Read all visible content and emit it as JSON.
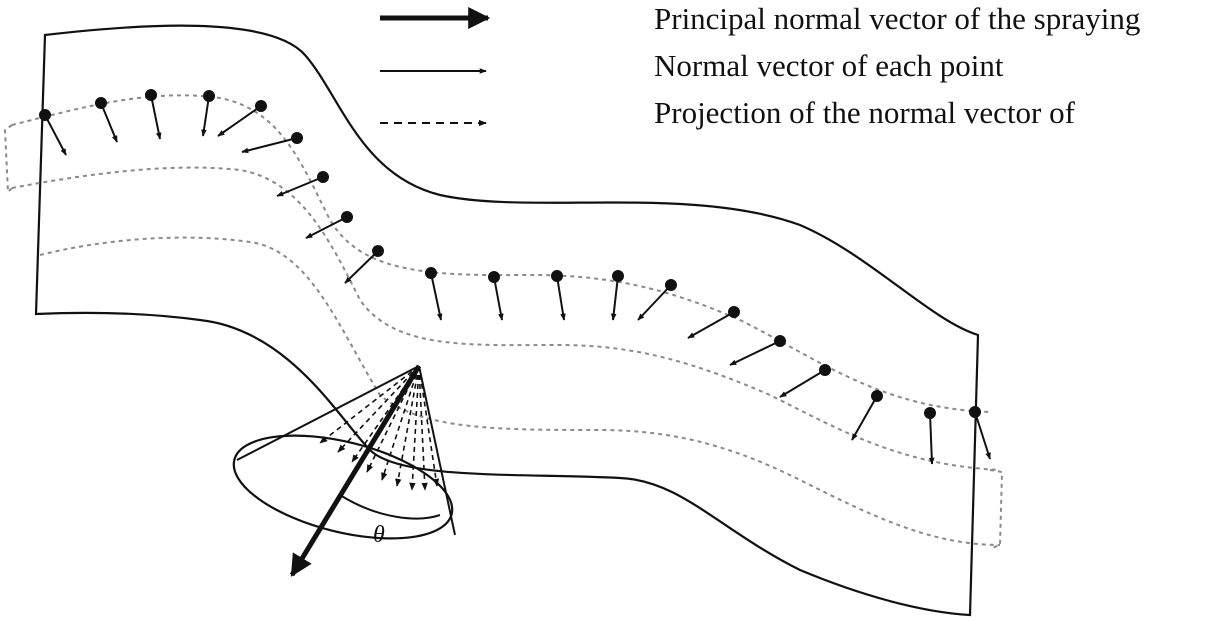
{
  "legend": [
    {
      "label": "Principal normal vector of the spraying",
      "line_style": "thick-solid"
    },
    {
      "label": "Normal vector of each point",
      "line_style": "thin-solid"
    },
    {
      "label": "Projection of the normal vector of",
      "line_style": "dashed"
    }
  ],
  "cone": {
    "angle_label": "θ"
  },
  "colors": {
    "stroke": "#111111",
    "dotted_path": "#8a8a8a",
    "background": "#ffffff"
  },
  "icons": [
    "spray-cone-icon",
    "normal-arrow-icon",
    "principal-arrow-icon"
  ]
}
